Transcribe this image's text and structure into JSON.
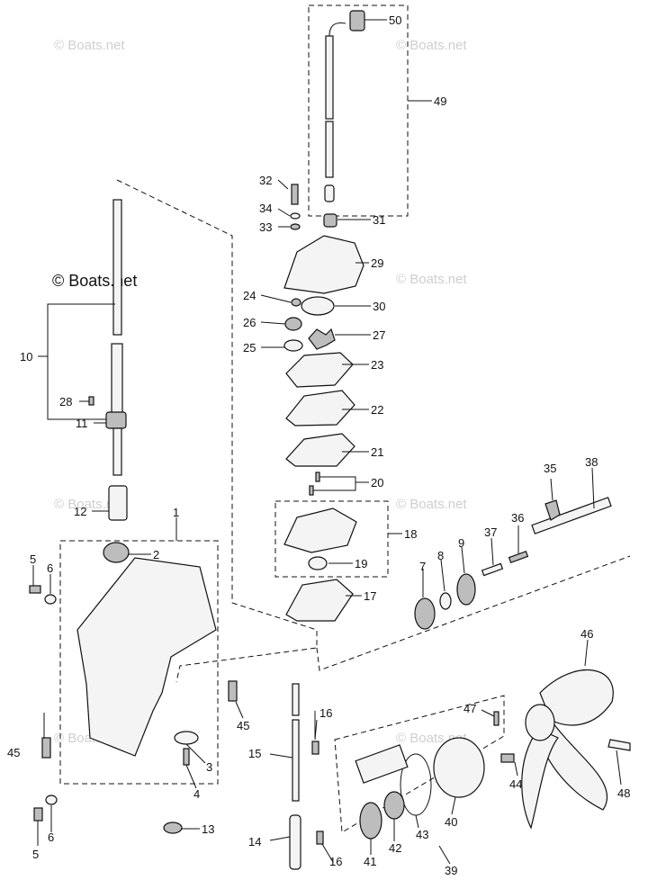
{
  "watermarks": {
    "main": "© Boats.net",
    "faint": [
      "© Boats.net",
      "© Boats.net",
      "© Boats.net",
      "© Boats.net",
      "© Boats.net",
      "© Boats.net",
      "© Boats.net"
    ]
  },
  "callouts": [
    "50",
    "49",
    "32",
    "34",
    "33",
    "31",
    "29",
    "24",
    "30",
    "26",
    "27",
    "25",
    "23",
    "22",
    "21",
    "20",
    "18",
    "19",
    "17",
    "10",
    "28",
    "11",
    "12",
    "1",
    "2",
    "5",
    "6",
    "45",
    "45",
    "3",
    "4",
    "5",
    "6",
    "13",
    "35",
    "38",
    "37",
    "36",
    "9",
    "8",
    "7",
    "46",
    "47",
    "16",
    "15",
    "16",
    "14",
    "44",
    "48",
    "41",
    "42",
    "43",
    "40",
    "39"
  ]
}
